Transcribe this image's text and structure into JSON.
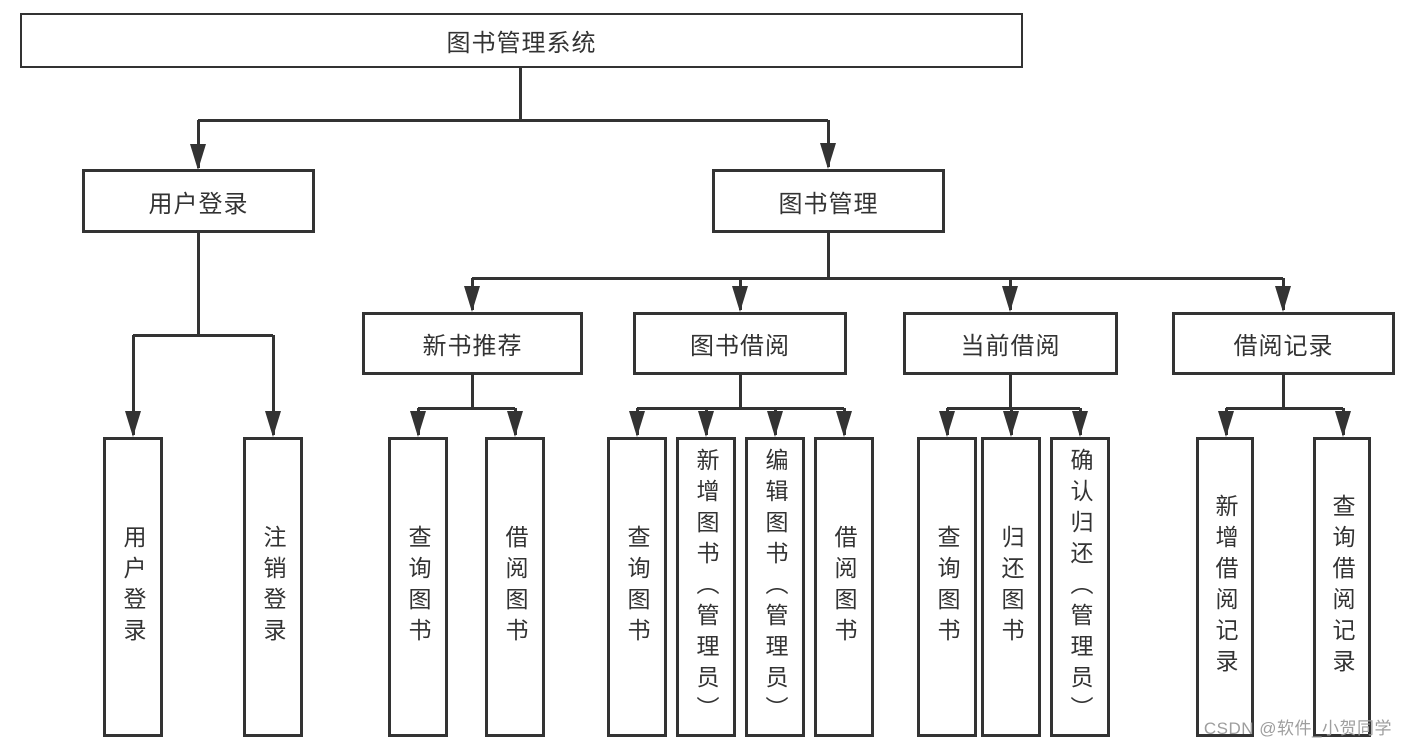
{
  "diagram": {
    "title": "图书管理系统",
    "branches": [
      {
        "label": "用户登录",
        "children": [
          {
            "label": "用户登录"
          },
          {
            "label": "注销登录"
          }
        ]
      },
      {
        "label": "图书管理",
        "children": [
          {
            "label": "新书推荐",
            "children": [
              {
                "label": "查询图书"
              },
              {
                "label": "借阅图书"
              }
            ]
          },
          {
            "label": "图书借阅",
            "children": [
              {
                "label": "查询图书"
              },
              {
                "label": "新增图书（管理员）"
              },
              {
                "label": "编辑图书（管理员）"
              },
              {
                "label": "借阅图书"
              }
            ]
          },
          {
            "label": "当前借阅",
            "children": [
              {
                "label": "查询图书"
              },
              {
                "label": "归还图书"
              },
              {
                "label": "确认归还（管理员）"
              }
            ]
          },
          {
            "label": "借阅记录",
            "children": [
              {
                "label": "新增借阅记录"
              },
              {
                "label": "查询借阅记录"
              }
            ]
          }
        ]
      }
    ]
  },
  "watermark": {
    "text": "CSDN @软件_小贺同学"
  },
  "colors": {
    "line": "#333333",
    "text": "#333333",
    "watermark": "#9e9e9e",
    "background": "#ffffff"
  }
}
